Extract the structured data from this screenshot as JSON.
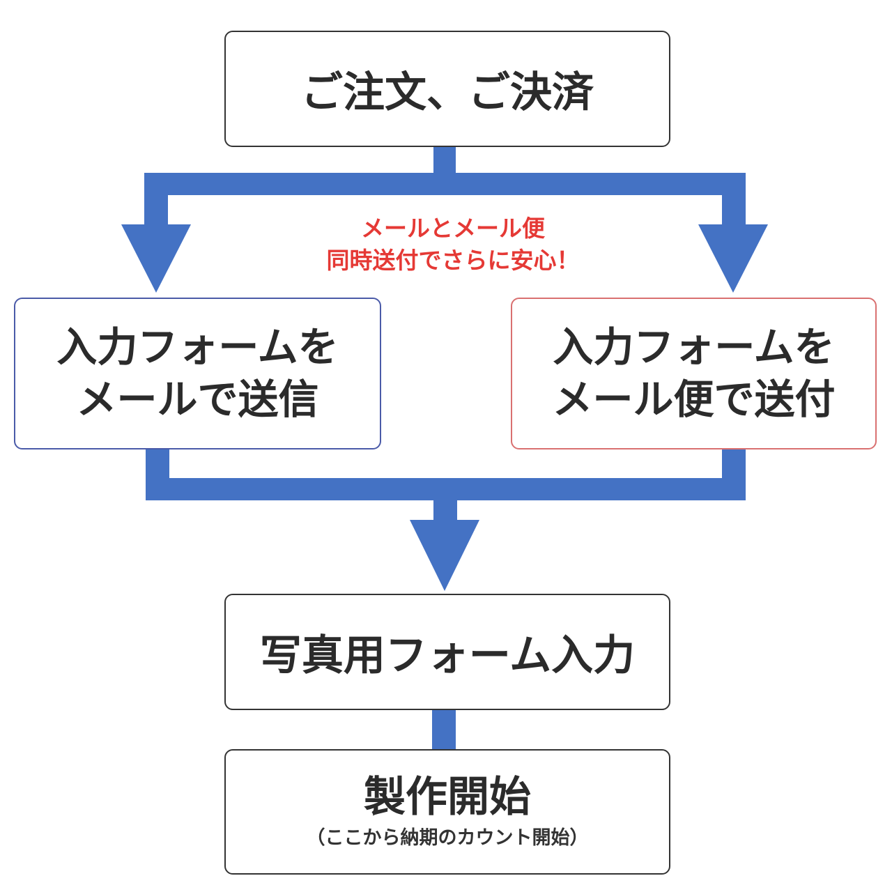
{
  "colors": {
    "arrow": "#4472c4",
    "note": "#e53935",
    "text": "#2b2b2b"
  },
  "steps": {
    "order": {
      "label": "ご注文、ご決済"
    },
    "email": {
      "lines": [
        "入力フォームを",
        "メールで送信"
      ]
    },
    "post": {
      "lines": [
        "入力フォームを",
        "メール便で送付"
      ]
    },
    "photo_form": {
      "label": "写真用フォーム入力"
    },
    "production": {
      "label": "製作開始",
      "sublabel": "（ここから納期のカウント開始）"
    }
  },
  "note": {
    "lines": [
      "メールとメール便",
      "同時送付でさらに安心！"
    ]
  }
}
